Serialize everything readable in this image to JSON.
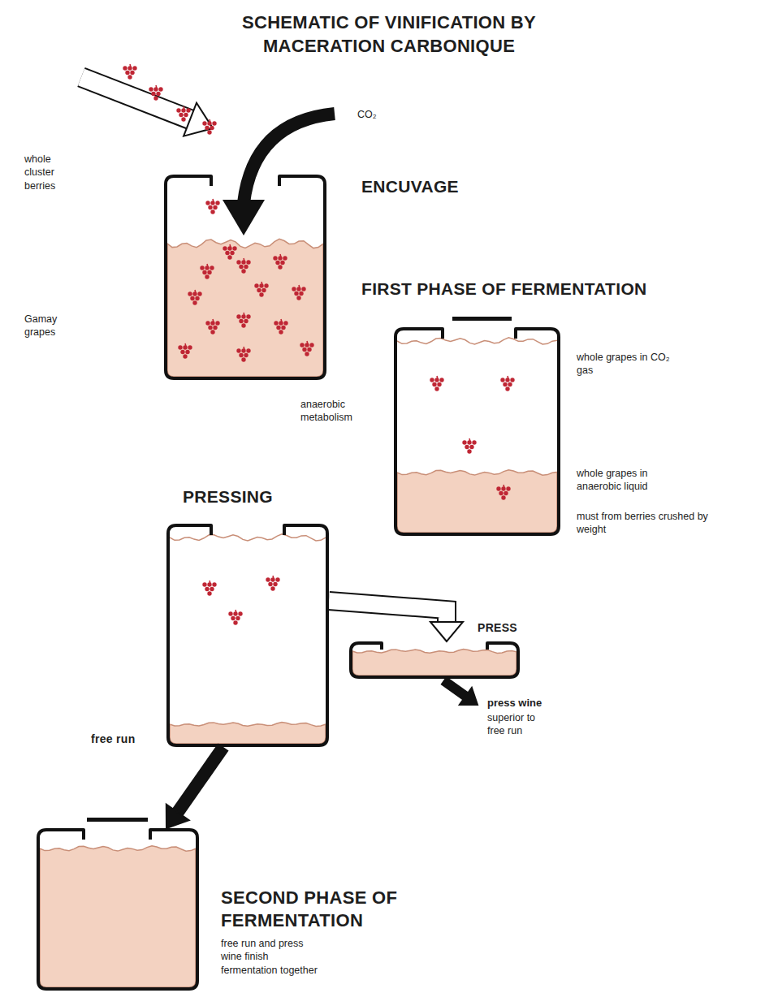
{
  "diagram": {
    "title": "SCHEMATIC OF VINIFICATION BY MACERATION CARBONIQUE",
    "nodes": [
      {
        "text": [
          "ENCUVAGE"
        ]
      },
      {
        "text": [
          "FIRST PHASE OF FERMENTATION"
        ]
      },
      {
        "text": [
          "PRESSING"
        ]
      },
      {
        "text": [
          "PRESS"
        ]
      },
      {
        "text": [
          "SECOND PHASE OF FERMENTATION",
          "free run and press wine finish fermentation together"
        ]
      }
    ],
    "edges": [
      {
        "from": 2,
        "to": 3,
        "arrow": "to"
      },
      {
        "from": 2,
        "to": 4,
        "label": "free run",
        "arrow": "to"
      }
    ],
    "labels": [
      "CO₂",
      "whole cluster berries",
      "Gamay grapes",
      "whole grapes in CO₂ gas",
      "anaerobic metabolism",
      "whole grapes in anaerobic liquid",
      "must from berries crushed by weight",
      "press wine",
      "superior to free run"
    ]
  }
}
